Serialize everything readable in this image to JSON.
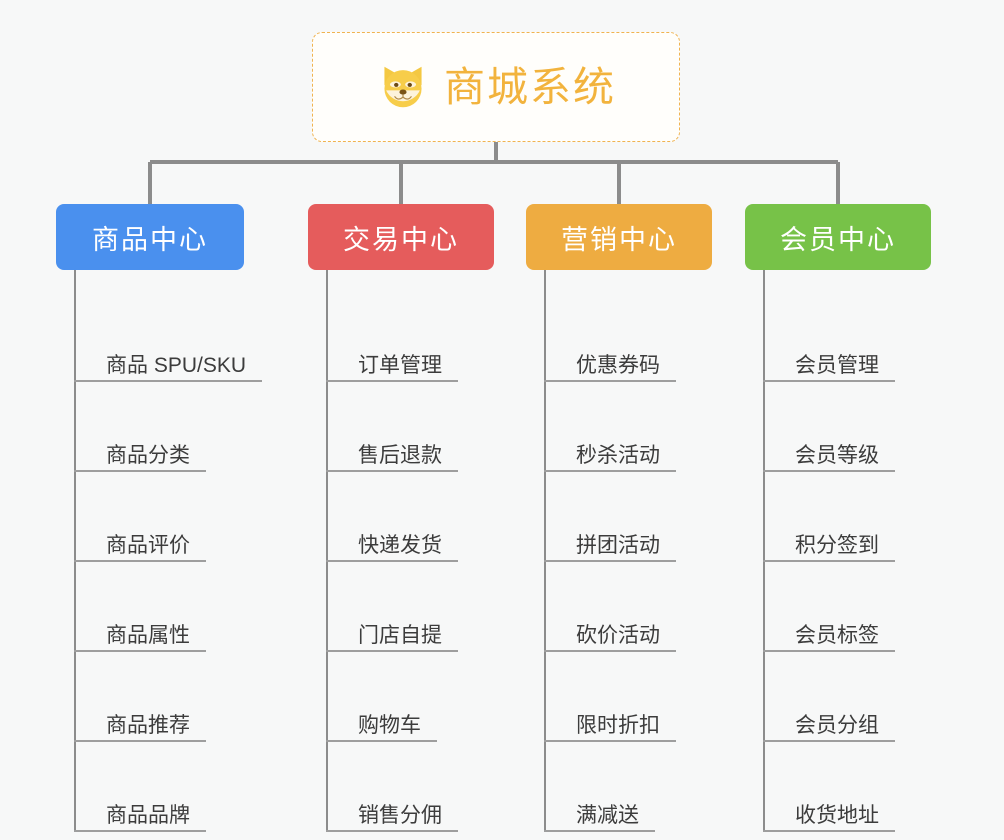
{
  "root": {
    "title": "商城系统",
    "emoji_name": "dog-face-emoji",
    "title_color": "#f2b33d",
    "border_color": "#f0b350",
    "background": "#fffefb"
  },
  "canvas": {
    "background": "#f7f8f8",
    "connector_color": "#8c8c8c"
  },
  "branches": [
    {
      "label": "商品中心",
      "color": "#4a90ee",
      "items": [
        "商品 SPU/SKU",
        "商品分类",
        "商品评价",
        "商品属性",
        "商品推荐",
        "商品品牌"
      ]
    },
    {
      "label": "交易中心",
      "color": "#e55c5c",
      "items": [
        "订单管理",
        "售后退款",
        "快递发货",
        "门店自提",
        "购物车",
        "销售分佣"
      ]
    },
    {
      "label": "营销中心",
      "color": "#eeac41",
      "items": [
        "优惠券码",
        "秒杀活动",
        "拼团活动",
        "砍价活动",
        "限时折扣",
        "满减送"
      ]
    },
    {
      "label": "会员中心",
      "color": "#77c248",
      "items": [
        "会员管理",
        "会员等级",
        "积分签到",
        "会员标签",
        "会员分组",
        "收货地址"
      ]
    }
  ]
}
